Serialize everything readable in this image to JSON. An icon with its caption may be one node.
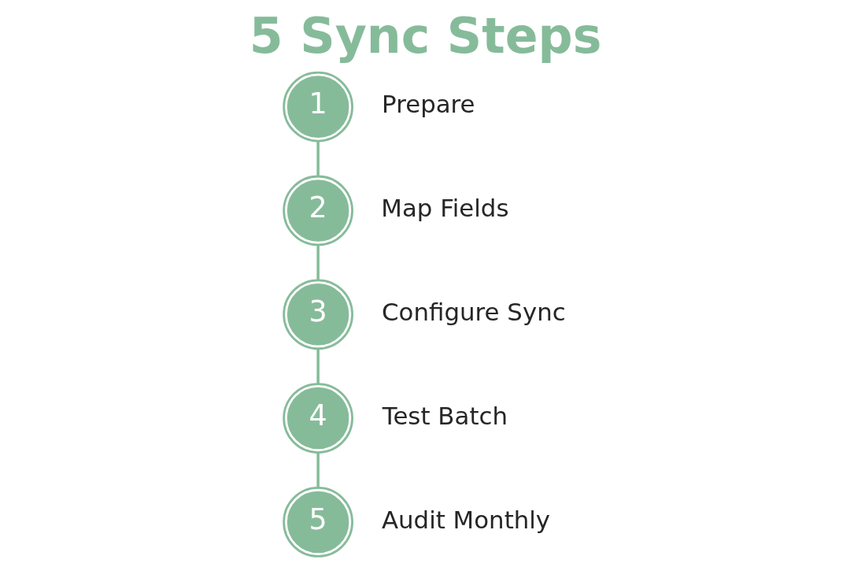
{
  "diagram": {
    "title": "5 Sync Steps",
    "nodes": [
      {
        "text": [
          "1"
        ],
        "beside": [
          "Prepare"
        ]
      },
      {
        "text": [
          "2"
        ],
        "beside": [
          "Map Fields"
        ]
      },
      {
        "text": [
          "3"
        ],
        "beside": [
          "Configure Sync"
        ]
      },
      {
        "text": [
          "4"
        ],
        "beside": [
          "Test Batch"
        ]
      },
      {
        "text": [
          "5"
        ],
        "beside": [
          "Audit Monthly"
        ]
      }
    ],
    "edges": [
      {
        "from": 0,
        "to": 1,
        "arrow": "none"
      },
      {
        "from": 1,
        "to": 2,
        "arrow": "none"
      },
      {
        "from": 2,
        "to": 3,
        "arrow": "none"
      },
      {
        "from": 3,
        "to": 4,
        "arrow": "none"
      }
    ]
  }
}
